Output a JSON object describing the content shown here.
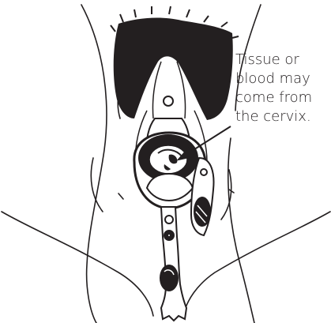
{
  "annotation": {
    "lines": [
      "Tissue or",
      "blood may",
      "come from",
      "the cervix."
    ]
  },
  "colors": {
    "ink": "#231f20",
    "paper": "#ffffff"
  }
}
